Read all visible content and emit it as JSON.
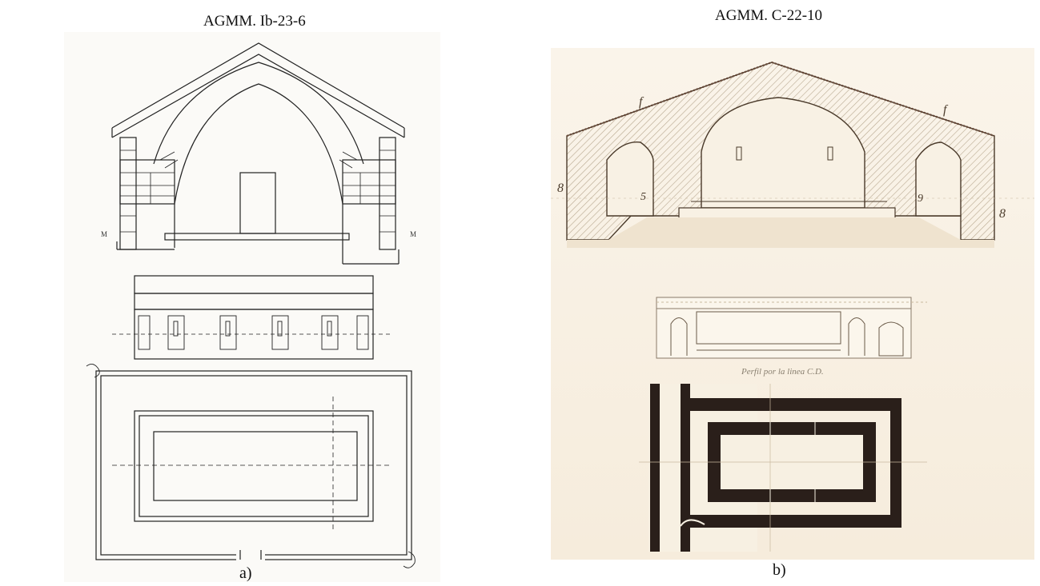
{
  "figure": {
    "left": {
      "archive_ref": "AGMM. Ib-23-6",
      "caption": "a)"
    },
    "right": {
      "archive_ref": "AGMM. C-22-10",
      "caption": "b)",
      "profile_note": "Perfil por la linea C.D.",
      "section_letters": [
        "f",
        "f",
        "8",
        "8",
        "5",
        "9"
      ]
    }
  },
  "colors": {
    "ink": "#222222",
    "sepia_ink": "#4a3a2a",
    "hatch": "#b8a890",
    "paper_left": "#fbfaf7",
    "paper_right": "#f6ecdc"
  }
}
